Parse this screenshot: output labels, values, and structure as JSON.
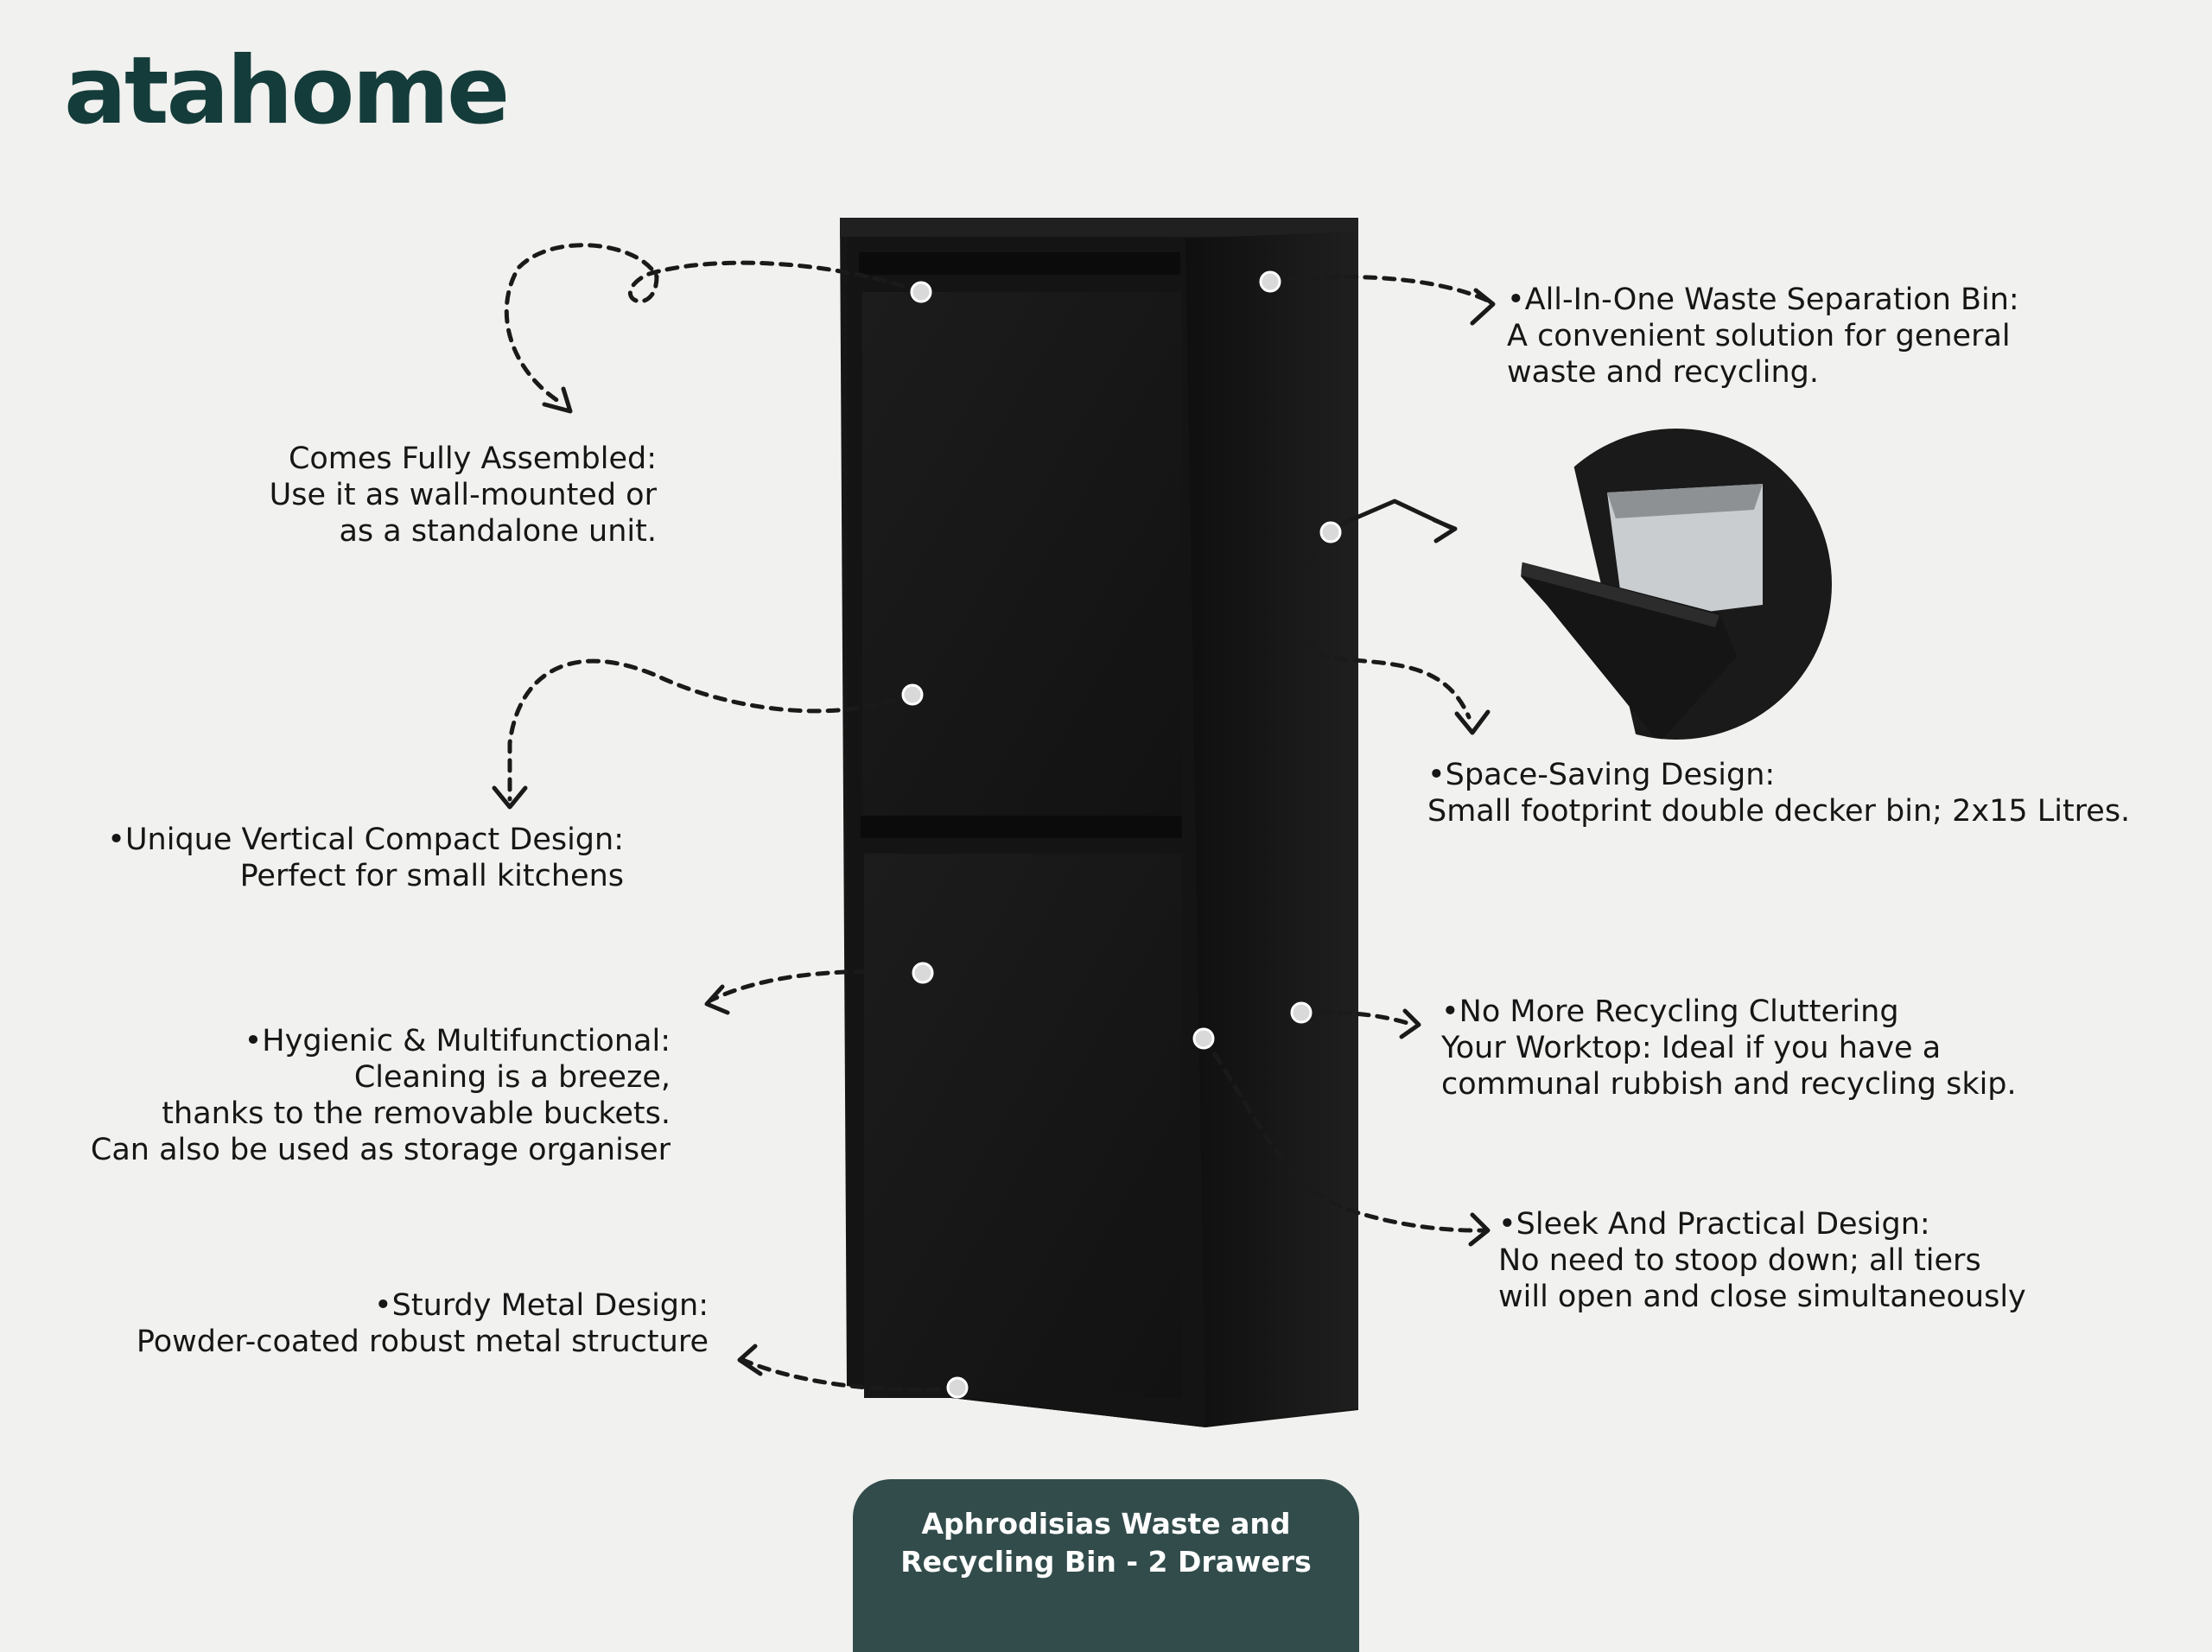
{
  "brand": {
    "logo_text": "atahome"
  },
  "product_badge": {
    "line1": "Aphrodisias Waste and",
    "line2": "Recycling Bin - 2 Drawers"
  },
  "callouts": {
    "fully_assembled": {
      "title": "Comes Fully Assembled:",
      "line1": "Use it as wall-mounted or",
      "line2": "as a standalone unit."
    },
    "vertical_compact": {
      "title": "•Unique Vertical Compact Design:",
      "line1": "Perfect for small kitchens"
    },
    "hygienic": {
      "title": "•Hygienic & Multifunctional:",
      "line1": "Cleaning is a breeze,",
      "line2": "thanks to the removable buckets.",
      "line3": "Can also be used as storage organiser"
    },
    "sturdy_metal": {
      "title": "•Sturdy Metal Design:",
      "line1": "Powder-coated robust metal structure"
    },
    "all_in_one": {
      "title": "•All-In-One Waste Separation Bin:",
      "line1": "A convenient solution for general",
      "line2": "waste and recycling."
    },
    "space_saving": {
      "title": "•Space-Saving Design:",
      "line1": "Small footprint double decker bin; 2x15 Litres."
    },
    "no_clutter": {
      "title": "•No More Recycling Cluttering",
      "line1": "Your Worktop: Ideal if you have a",
      "line2": "communal rubbish and recycling skip."
    },
    "sleek": {
      "title": "•Sleek And Practical Design:",
      "line1": "No need to stoop down; all tiers",
      "line2": "will open and close simultaneously"
    }
  },
  "colors": {
    "background": "#f1f1ef",
    "logo": "#143c3a",
    "badge": "#324c4b",
    "cabinet": "#141414"
  }
}
